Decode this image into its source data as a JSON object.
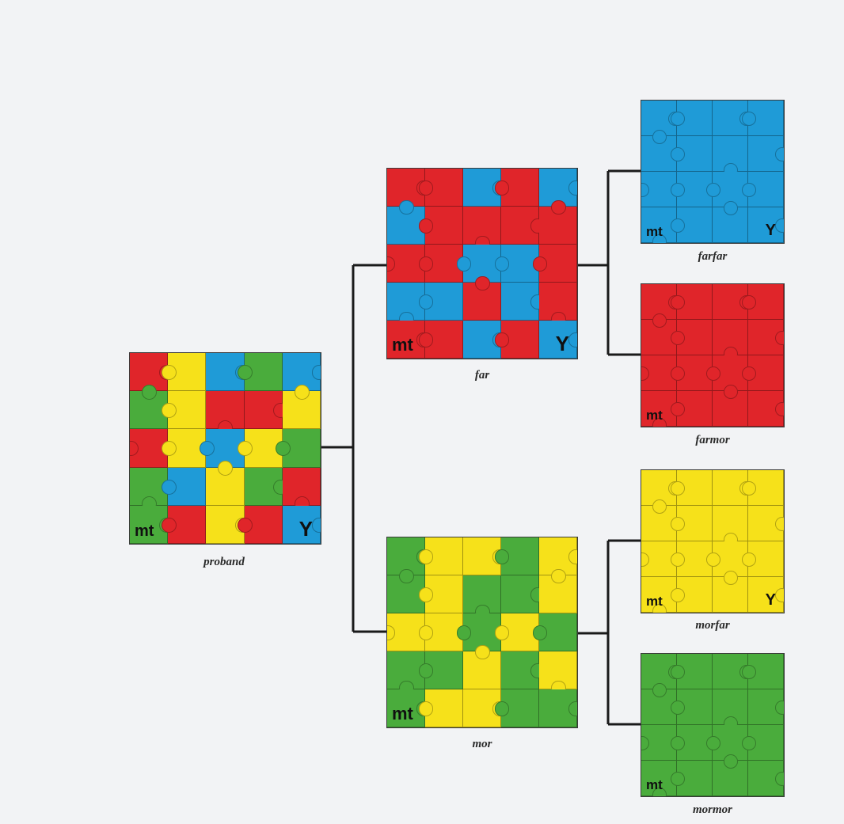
{
  "colors": {
    "red": "#e0252a",
    "yellow": "#f6e11a",
    "blue": "#1f9bd7",
    "green": "#4aac3c",
    "line": "#1a1a1a",
    "background": "#f2f3f5"
  },
  "marker_mt": "mt",
  "marker_y": "Y",
  "boards": [
    {
      "id": "proband",
      "label": "proband",
      "grid": 5,
      "show_mt": true,
      "show_y": true,
      "colors": [
        [
          "red",
          "yellow",
          "blue",
          "green",
          "blue"
        ],
        [
          "green",
          "yellow",
          "red",
          "red",
          "yellow"
        ],
        [
          "red",
          "yellow",
          "blue",
          "yellow",
          "green"
        ],
        [
          "green",
          "blue",
          "yellow",
          "green",
          "red"
        ],
        [
          "green",
          "red",
          "yellow",
          "red",
          "blue"
        ]
      ]
    },
    {
      "id": "far",
      "label": "far",
      "grid": 5,
      "show_mt": true,
      "show_y": true,
      "colors": [
        [
          "red",
          "red",
          "blue",
          "red",
          "blue"
        ],
        [
          "blue",
          "red",
          "red",
          "red",
          "red"
        ],
        [
          "red",
          "red",
          "blue",
          "blue",
          "red"
        ],
        [
          "blue",
          "blue",
          "red",
          "blue",
          "red"
        ],
        [
          "red",
          "red",
          "blue",
          "red",
          "blue"
        ]
      ]
    },
    {
      "id": "mor",
      "label": "mor",
      "grid": 5,
      "show_mt": true,
      "show_y": false,
      "colors": [
        [
          "green",
          "yellow",
          "yellow",
          "green",
          "yellow"
        ],
        [
          "green",
          "yellow",
          "green",
          "green",
          "yellow"
        ],
        [
          "yellow",
          "yellow",
          "green",
          "yellow",
          "green"
        ],
        [
          "green",
          "green",
          "yellow",
          "green",
          "yellow"
        ],
        [
          "green",
          "yellow",
          "yellow",
          "green",
          "green"
        ]
      ]
    },
    {
      "id": "farfar",
      "label": "farfar",
      "grid": 4,
      "show_mt": true,
      "show_y": true,
      "fill": "blue"
    },
    {
      "id": "farmor",
      "label": "farmor",
      "grid": 4,
      "show_mt": true,
      "show_y": false,
      "fill": "red"
    },
    {
      "id": "morfar",
      "label": "morfar",
      "grid": 4,
      "show_mt": true,
      "show_y": true,
      "fill": "yellow"
    },
    {
      "id": "mormor",
      "label": "mormor",
      "grid": 4,
      "show_mt": true,
      "show_y": false,
      "fill": "green"
    }
  ]
}
